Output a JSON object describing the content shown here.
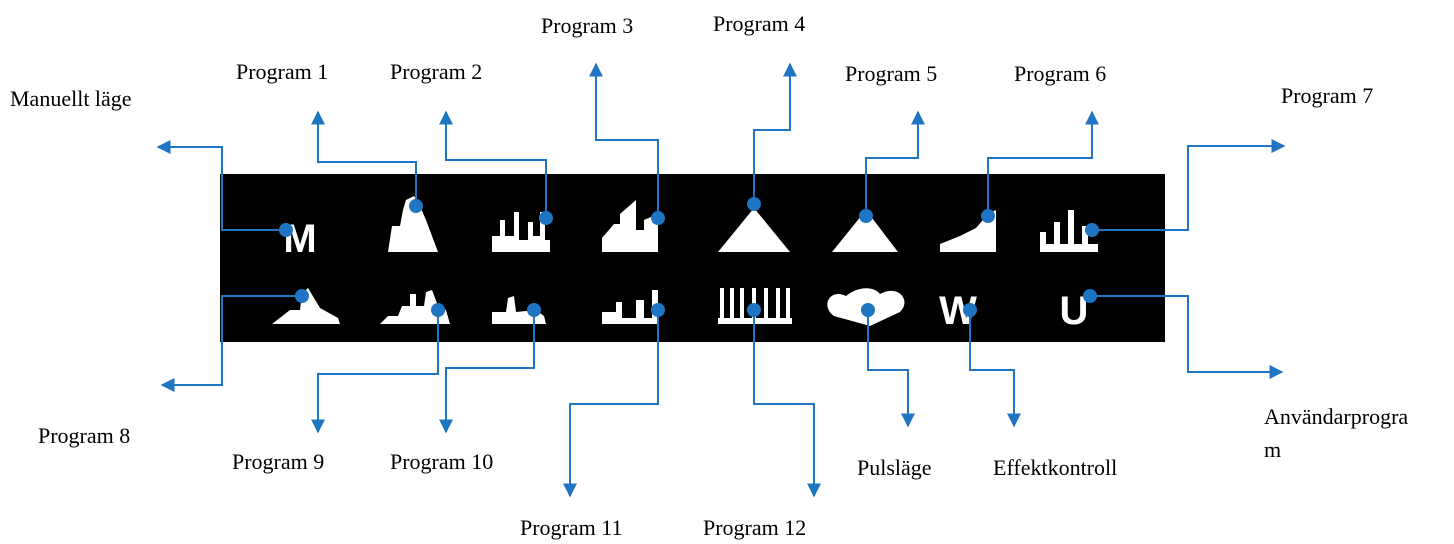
{
  "colors": {
    "accent": "#1f74c4",
    "panel": "#000000",
    "icon": "#ffffff"
  },
  "labels": {
    "manual": "Manuellt läge",
    "p1": "Program 1",
    "p2": "Program 2",
    "p3": "Program 3",
    "p4": "Program 4",
    "p5": "Program 5",
    "p6": "Program 6",
    "p7": "Program 7",
    "p8": "Program 8",
    "p9": "Program 9",
    "p10": "Program 10",
    "p11": "Program 11",
    "p12": "Program 12",
    "pulse": "Pulsläge",
    "power": "Effektkontroll",
    "user_line1": "Användarprogra",
    "user_line2": "m"
  },
  "icons": {
    "manual": "M",
    "watt": "W",
    "user": "U"
  }
}
